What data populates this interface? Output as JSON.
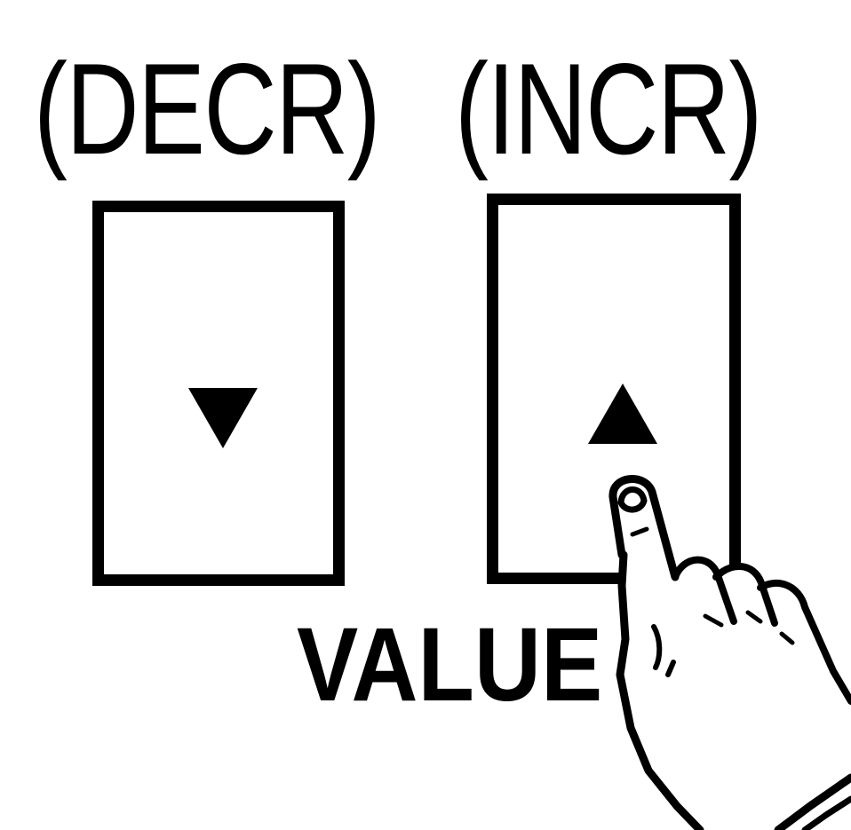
{
  "labels": {
    "decrement": "(DECR)",
    "increment": "(INCR)",
    "value": "VALUE"
  },
  "icons": {
    "decrement_arrow": "triangle-down-icon",
    "increment_arrow": "triangle-up-icon",
    "pointer": "pointing-hand-icon"
  },
  "colors": {
    "ink": "#000000",
    "paper": "#ffffff"
  }
}
